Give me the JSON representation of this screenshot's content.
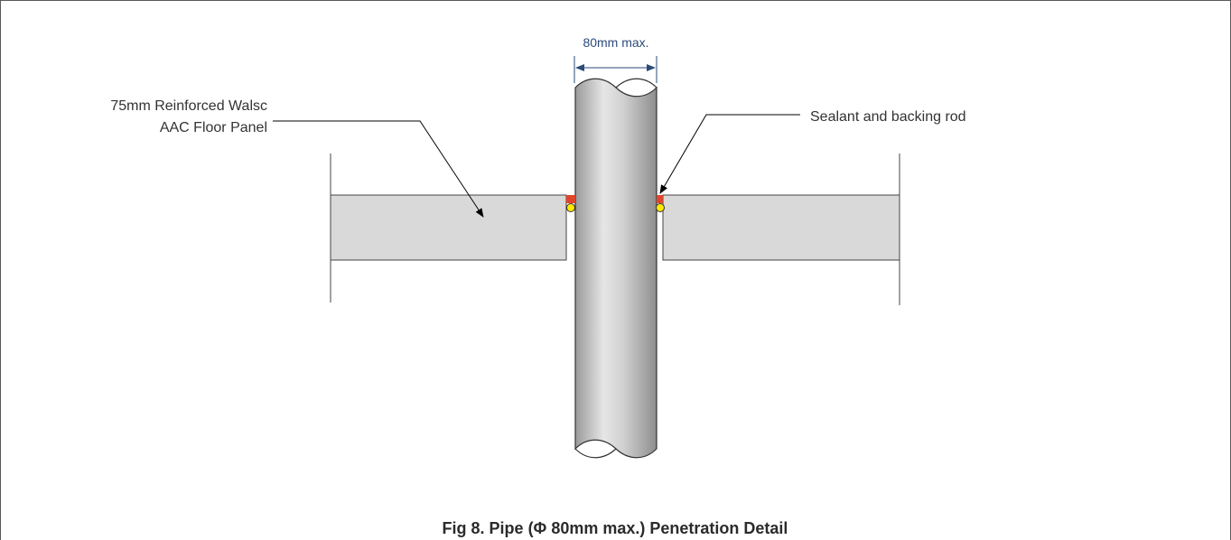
{
  "dimension": {
    "label": "80mm max."
  },
  "labels": {
    "panel_line1": "75mm Reinforced Walsc",
    "panel_line2": "AAC Floor Panel",
    "sealant": "Sealant and backing rod"
  },
  "caption": "Fig 8. Pipe (Φ 80mm max.) Penetration Detail",
  "colors": {
    "panel_fill": "#d9d9d9",
    "pipe_fill": "#c4c4c4",
    "sealant": "#e0452b",
    "backing_rod": "#ffe800",
    "dimension_line": "#2a4a7a"
  }
}
